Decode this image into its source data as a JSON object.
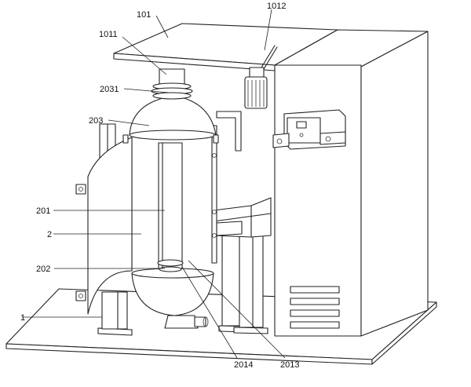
{
  "labels": [
    {
      "id": "101",
      "text": "101"
    },
    {
      "id": "1011",
      "text": "1011"
    },
    {
      "id": "1012",
      "text": "1012"
    },
    {
      "id": "2031",
      "text": "2031"
    },
    {
      "id": "203",
      "text": "203"
    },
    {
      "id": "201",
      "text": "201"
    },
    {
      "id": "2",
      "text": "2"
    },
    {
      "id": "202",
      "text": "202"
    },
    {
      "id": "1",
      "text": "1"
    },
    {
      "id": "2014",
      "text": "2014"
    },
    {
      "id": "2013",
      "text": "2013"
    }
  ]
}
